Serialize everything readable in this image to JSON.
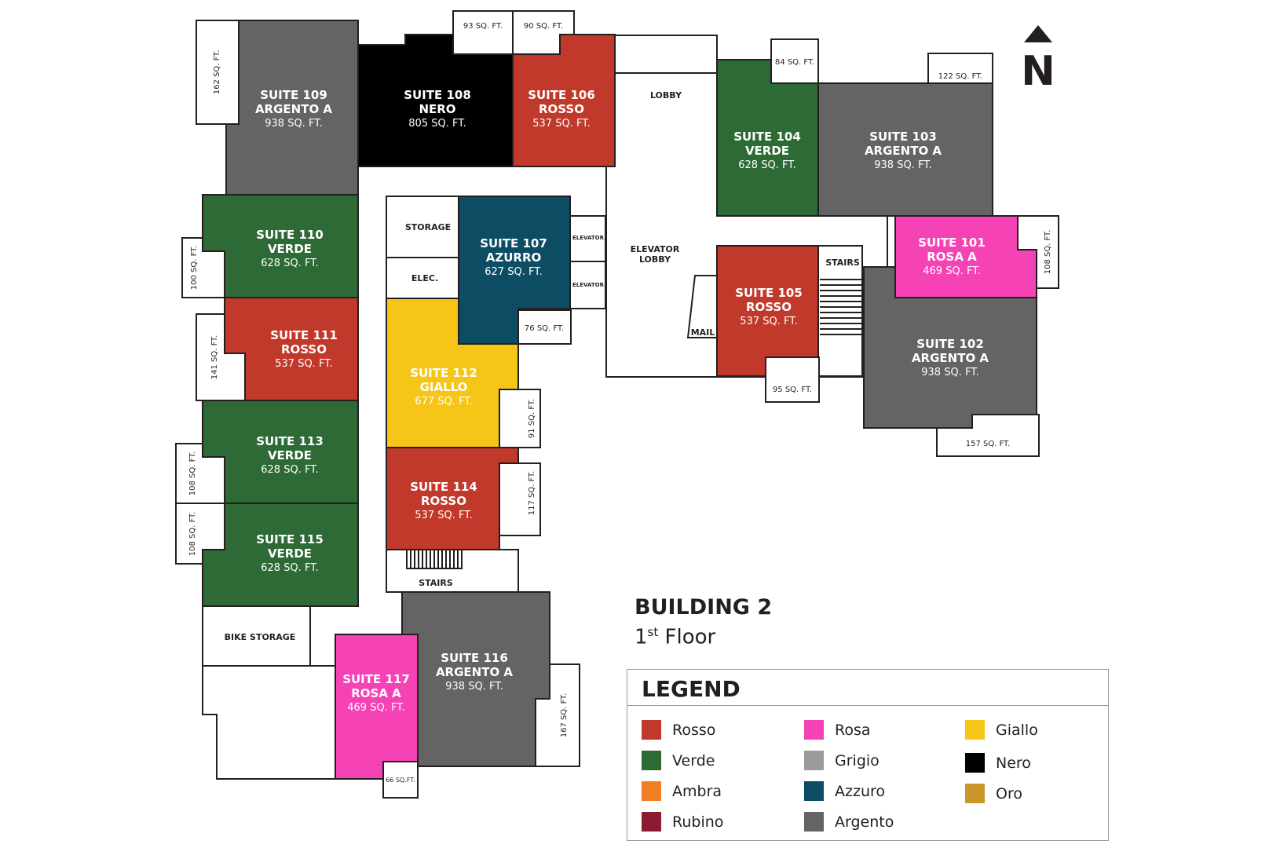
{
  "building": {
    "title": "BUILDING 2",
    "floor_num": "1",
    "floor_suffix": "st",
    "floor_word": "Floor"
  },
  "north": "N",
  "suites": [
    {
      "id": "109",
      "name": "SUITE 109",
      "color": "ARGENTO A",
      "size": "938 SQ. FT.",
      "fill": "#646464"
    },
    {
      "id": "108",
      "name": "SUITE 108",
      "color": "NERO",
      "size": "805 SQ. FT.",
      "fill": "#000000"
    },
    {
      "id": "106",
      "name": "SUITE 106",
      "color": "ROSSO",
      "size": "537 SQ. FT.",
      "fill": "#c0392b"
    },
    {
      "id": "104",
      "name": "SUITE 104",
      "color": "VERDE",
      "size": "628 SQ. FT.",
      "fill": "#2d6a35"
    },
    {
      "id": "103",
      "name": "SUITE 103",
      "color": "ARGENTO A",
      "size": "938 SQ. FT.",
      "fill": "#646464"
    },
    {
      "id": "110",
      "name": "SUITE 110",
      "color": "VERDE",
      "size": "628 SQ. FT.",
      "fill": "#2d6a35"
    },
    {
      "id": "107",
      "name": "SUITE 107",
      "color": "AZURRO",
      "size": "627 SQ. FT.",
      "fill": "#0c4d64"
    },
    {
      "id": "101",
      "name": "SUITE 101",
      "color": "ROSA A",
      "size": "469 SQ. FT.",
      "fill": "#f542b5"
    },
    {
      "id": "105",
      "name": "SUITE 105",
      "color": "ROSSO",
      "size": "537 SQ. FT.",
      "fill": "#c0392b"
    },
    {
      "id": "111",
      "name": "SUITE 111",
      "color": "ROSSO",
      "size": "537 SQ. FT.",
      "fill": "#c0392b"
    },
    {
      "id": "102",
      "name": "SUITE 102",
      "color": "ARGENTO A",
      "size": "938 SQ. FT.",
      "fill": "#646464"
    },
    {
      "id": "112",
      "name": "SUITE 112",
      "color": "GIALLO",
      "size": "677 SQ. FT.",
      "fill": "#f5c518"
    },
    {
      "id": "113",
      "name": "SUITE 113",
      "color": "VERDE",
      "size": "628 SQ. FT.",
      "fill": "#2d6a35"
    },
    {
      "id": "114",
      "name": "SUITE 114",
      "color": "ROSSO",
      "size": "537 SQ. FT.",
      "fill": "#c0392b"
    },
    {
      "id": "115",
      "name": "SUITE 115",
      "color": "VERDE",
      "size": "628 SQ. FT.",
      "fill": "#2d6a35"
    },
    {
      "id": "116",
      "name": "SUITE 116",
      "color": "ARGENTO A",
      "size": "938 SQ. FT.",
      "fill": "#646464"
    },
    {
      "id": "117",
      "name": "SUITE 117",
      "color": "ROSA A",
      "size": "469 SQ. FT.",
      "fill": "#f542b5"
    }
  ],
  "small_units": [
    "93 SQ. FT.",
    "90 SQ. FT.",
    "84 SQ. FT.",
    "122 SQ. FT.",
    "162 SQ. FT.",
    "100 SQ. FT.",
    "108 SQ. FT.",
    "76 SQ. FT.",
    "141 SQ. FT.",
    "95 SQ. FT.",
    "157 SQ. FT.",
    "91 SQ. FT.",
    "108 SQ. FT.",
    "117 SQ. FT.",
    "108 SQ. FT.",
    "167 SQ. FT.",
    "66 SQ.FT."
  ],
  "common_areas": {
    "lobby": "LOBBY",
    "storage": "STORAGE",
    "elec": "ELEC.",
    "elevator": "ELEVATOR",
    "elevator_lobby_1": "ELEVATOR",
    "elevator_lobby_2": "LOBBY",
    "mail": "MAIL",
    "stairs": "STAIRS",
    "bike_storage": "BIKE STORAGE"
  },
  "legend": {
    "title": "LEGEND",
    "items": [
      {
        "label": "Rosso",
        "color": "#c0392b"
      },
      {
        "label": "Verde",
        "color": "#2d6a35"
      },
      {
        "label": "Ambra",
        "color": "#f07f22"
      },
      {
        "label": "Rubino",
        "color": "#8b1a33"
      },
      {
        "label": "Rosa",
        "color": "#f542b5"
      },
      {
        "label": "Grigio",
        "color": "#9b9b9b"
      },
      {
        "label": "Azzuro",
        "color": "#0c4d64"
      },
      {
        "label": "Argento",
        "color": "#646464"
      },
      {
        "label": "Giallo",
        "color": "#f5c518"
      },
      {
        "label": "Nero",
        "color": "#000000"
      },
      {
        "label": "Oro",
        "color": "#c8962a"
      }
    ]
  }
}
